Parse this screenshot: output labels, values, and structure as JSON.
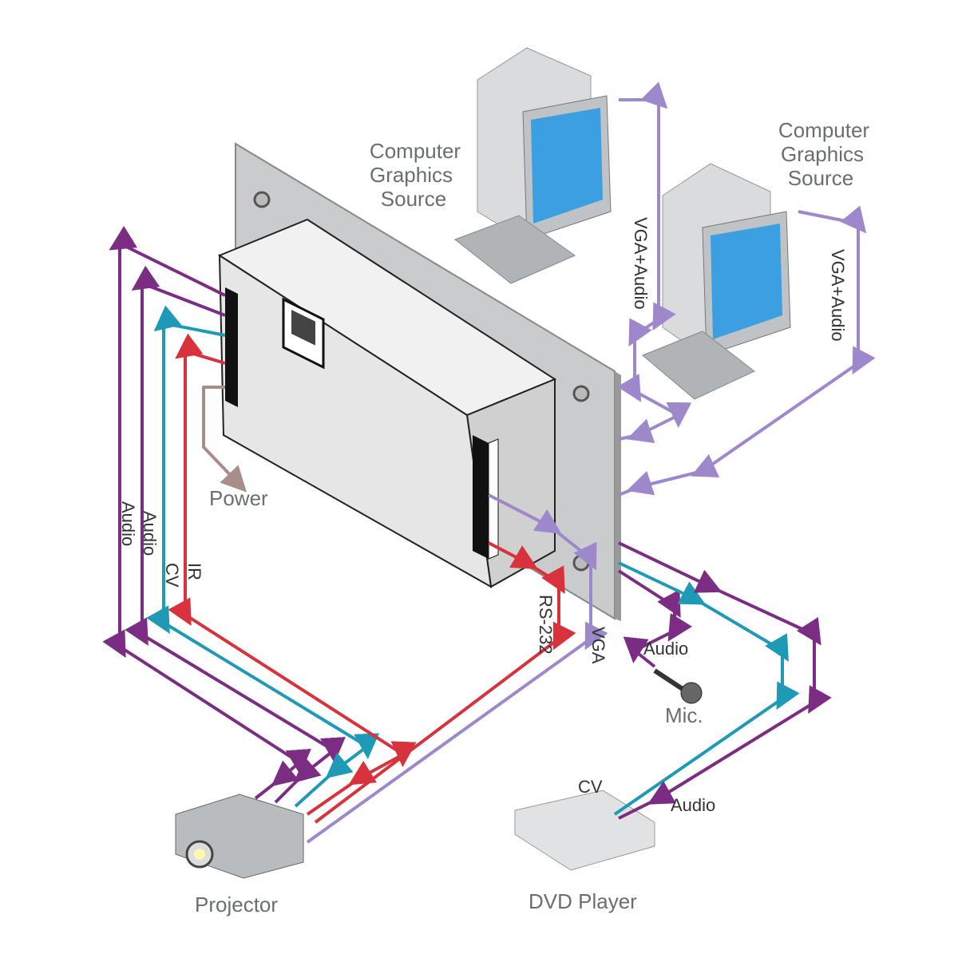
{
  "colors": {
    "audio": "#7b2d83",
    "cv": "#1f9ab6",
    "ir_rs232": "#d8323c",
    "vga": "#9d88cc",
    "power": "#a78e8a",
    "device": "#e4e4e4",
    "plate": "#c9cbcd"
  },
  "labels": {
    "source_1": [
      "Computer",
      "Graphics",
      "Source"
    ],
    "source_2": [
      "Computer",
      "Graphics",
      "Source"
    ],
    "vga_audio_1": "VGA+Audio",
    "vga_audio_2": "VGA+Audio",
    "power": "Power",
    "audio_left_1": "Audio",
    "audio_left_2": "Audio",
    "cv_left": "CV",
    "ir": "IR",
    "rs232": "RS-232",
    "vga": "VGA",
    "mic_audio": "Audio",
    "mic": "Mic.",
    "dvd_cv": "CV",
    "dvd_audio": "Audio",
    "projector": "Projector",
    "dvd_player": "DVD Player"
  },
  "icons": [
    "computer-icon",
    "monitor-icon",
    "keyboard-icon",
    "projector-icon",
    "microphone-icon",
    "dvd-player-icon",
    "wall-plate-icon",
    "rj45-port-icon",
    "terminal-block-icon"
  ]
}
